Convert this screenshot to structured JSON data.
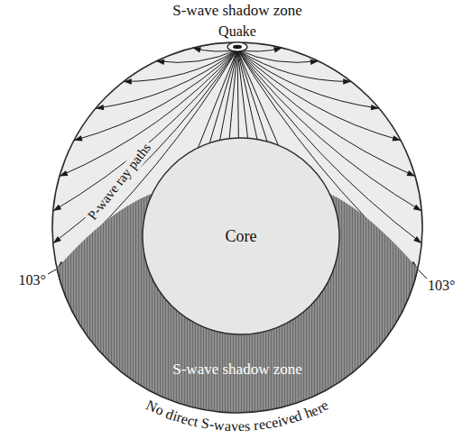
{
  "diagram": {
    "title": "S-wave shadow zone",
    "nodes": [
      {
        "text": [
          "Core"
        ]
      },
      {
        "text": [
          "S-wave shadow zone"
        ]
      }
    ],
    "labels": [
      "Quake",
      "P-wave ray paths",
      "103°",
      "103°",
      "No direct S-waves received here"
    ]
  }
}
